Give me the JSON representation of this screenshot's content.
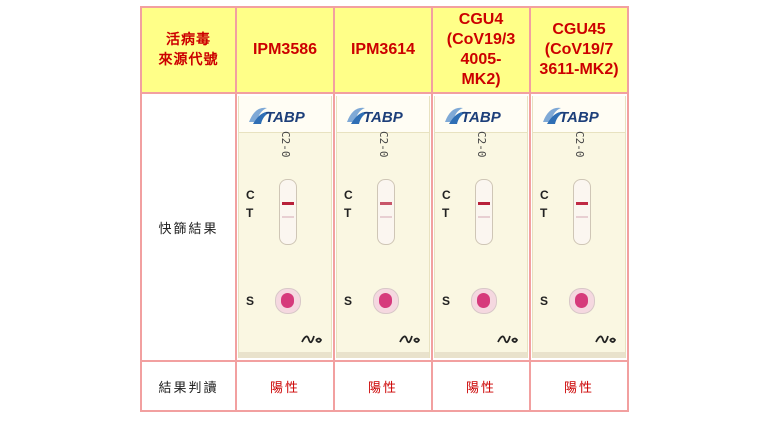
{
  "header": {
    "row_label_line1": "活病毒",
    "row_label_line2": "來源代號",
    "samples": [
      {
        "l1": "IPM3586",
        "l2": "",
        "l3": ""
      },
      {
        "l1": "IPM3614",
        "l2": "",
        "l3": ""
      },
      {
        "l1": "CGU4",
        "l2": "(CoV19/3",
        "l3": "4005-",
        "l4": "MK2)"
      },
      {
        "l1": "CGU45",
        "l2": "(CoV19/7",
        "l3": "3611-MK2)",
        "l4": ""
      }
    ]
  },
  "screening_label": "快篩結果",
  "interpretation_label": "結果判讀",
  "strip": {
    "brand": "TABP",
    "code": "C2-0",
    "c_label": "C",
    "t_label": "T",
    "s_label": "S"
  },
  "results": [
    "陽性",
    "陽性",
    "陽性",
    "陽性"
  ],
  "colors": {
    "header_bg": "#ffff88",
    "header_text": "#cc0000",
    "border": "#f2a0a0",
    "positive": "#cc0000"
  }
}
